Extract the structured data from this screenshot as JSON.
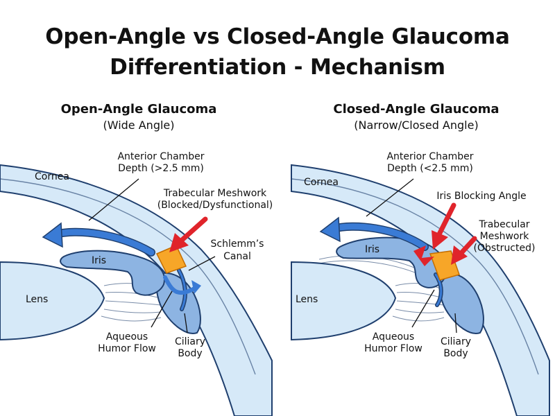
{
  "title_line1": "Open-Angle vs Closed-Angle Glaucoma",
  "title_line2": "Differentiation - Mechanism",
  "left": {
    "heading": "Open-Angle Glaucoma",
    "subheading": "(Wide Angle)",
    "labels": {
      "cornea": "Cornea",
      "acd_line1": "Anterior Chamber",
      "acd_line2": "Depth (>2.5 mm)",
      "tm_line1": "Trabecular Meshwork",
      "tm_line2": "(Blocked/Dysfunctional)",
      "schlemm_line1": "Schlemm’s",
      "schlemm_line2": "Canal",
      "iris": "Iris",
      "lens": "Lens",
      "aq_line1": "Aqueous",
      "aq_line2": "Humor Flow",
      "cb_line1": "Ciliary",
      "cb_line2": "Body"
    }
  },
  "right": {
    "heading": "Closed-Angle Glaucoma",
    "subheading": "(Narrow/Closed Angle)",
    "labels": {
      "cornea": "Cornea",
      "acd_line1": "Anterior Chamber",
      "acd_line2": "Depth (<2.5 mm)",
      "iba": "Iris Blocking Angle",
      "tm_line1": "Trabecular",
      "tm_line2": "Meshwork",
      "tm_line3": "(Obstructed)",
      "iris": "Iris",
      "lens": "Lens",
      "aq_line1": "Aqueous",
      "aq_line2": "Humor Flow",
      "cb_line1": "Ciliary",
      "cb_line2": "Body"
    }
  },
  "colors": {
    "cornea_fill": "#d6e9f8",
    "outline": "#1f3f6e",
    "iris_fill": "#8db4e2",
    "flow_arrow": "#3a7bd5",
    "meshwork": "#f7a628",
    "pointer_red": "#e0242b"
  }
}
